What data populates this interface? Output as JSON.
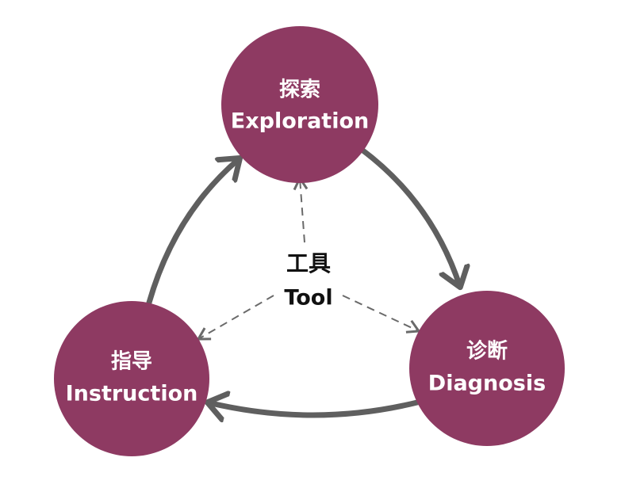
{
  "nodes": {
    "exploration": {
      "zh": "探索",
      "en": "Exploration"
    },
    "diagnosis": {
      "zh": "诊断",
      "en": "Diagnosis"
    },
    "instruction": {
      "zh": "指导",
      "en": "Instruction"
    }
  },
  "center": {
    "zh": "工具",
    "en": "Tool"
  },
  "colors": {
    "node_fill": "#8e3a62",
    "arrow": "#5f5f5f",
    "dashed_arrow": "#6a6a6a",
    "center_text": "#111111",
    "node_text": "#ffffff"
  }
}
